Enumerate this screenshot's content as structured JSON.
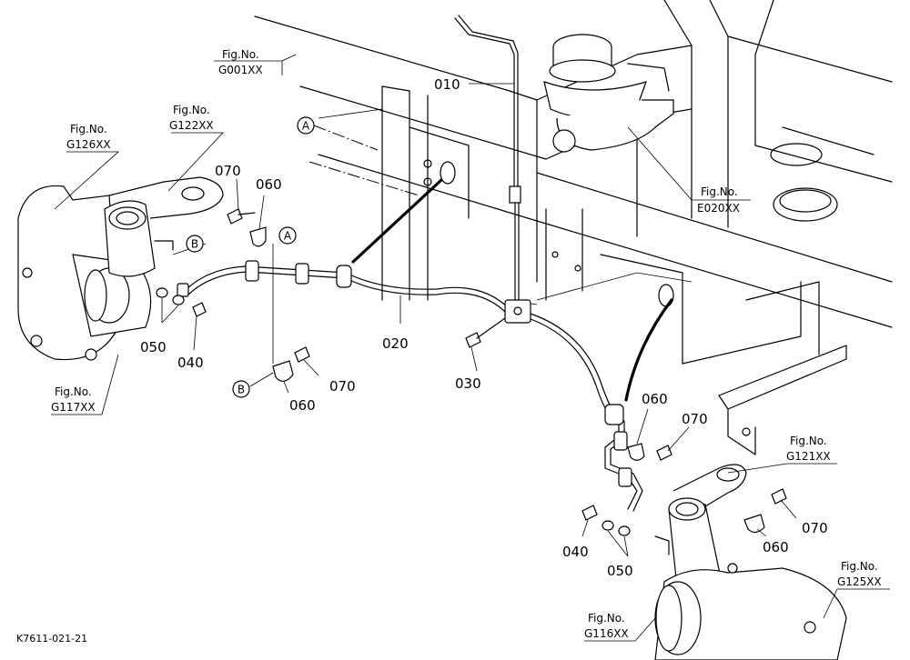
{
  "drawing_code": "K7611-021-21",
  "fig_refs": [
    {
      "id": "g001",
      "line1": "Fig.No.",
      "line2": "G001XX"
    },
    {
      "id": "g122",
      "line1": "Fig.No.",
      "line2": "G122XX"
    },
    {
      "id": "g126",
      "line1": "Fig.No.",
      "line2": "G126XX"
    },
    {
      "id": "e020",
      "line1": "Fig.No.",
      "line2": "E020XX"
    },
    {
      "id": "g117",
      "line1": "Fig.No.",
      "line2": "G117XX"
    },
    {
      "id": "g121",
      "line1": "Fig.No.",
      "line2": "G121XX"
    },
    {
      "id": "g125",
      "line1": "Fig.No.",
      "line2": "G125XX"
    },
    {
      "id": "g116",
      "line1": "Fig.No.",
      "line2": "G116XX"
    }
  ],
  "part_labels": {
    "p010": "010",
    "p020": "020",
    "p030": "030",
    "p040_left": "040",
    "p040_right": "040",
    "p050_left": "050",
    "p050_right": "050",
    "p060_top": "060",
    "p060_mid": "060",
    "p060_right1": "060",
    "p060_right2": "060",
    "p070_top": "070",
    "p070_mid": "070",
    "p070_right1": "070",
    "p070_right2": "070"
  },
  "markers": {
    "a_top": "A",
    "a_mid": "A",
    "b_left": "B",
    "b_low": "B"
  }
}
